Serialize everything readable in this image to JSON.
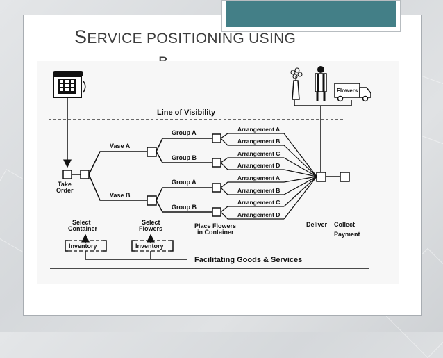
{
  "slide": {
    "title_first": "S",
    "title_rest": "ERVICE POSITIONING USING",
    "title_cutoff": "B"
  },
  "diagram": {
    "line_of_visibility": "Line of Visibility",
    "flowers_truck_label": "Flowers",
    "vase_a": "Vase A",
    "vase_b": "Vase B",
    "groups": [
      "Group A",
      "Group B",
      "Group A",
      "Group B"
    ],
    "arrangements": [
      "Arrangement A",
      "Arrangement B",
      "Arrangement C",
      "Arrangement D",
      "Arrangement A",
      "Arrangement B",
      "Arrangement C",
      "Arrangement D"
    ],
    "take_order": [
      "Take",
      "Order"
    ],
    "select_container": [
      "Select",
      "Container"
    ],
    "select_flowers": [
      "Select",
      "Flowers"
    ],
    "place_flowers": [
      "Place Flowers",
      "in Container"
    ],
    "deliver": "Deliver",
    "collect_payment": [
      "Collect",
      "Payment"
    ],
    "inventory": "Inventory",
    "facilitating": "Facilitating Goods & Services"
  },
  "colors": {
    "accent": "#437f87",
    "title": "#3c3c3c"
  }
}
